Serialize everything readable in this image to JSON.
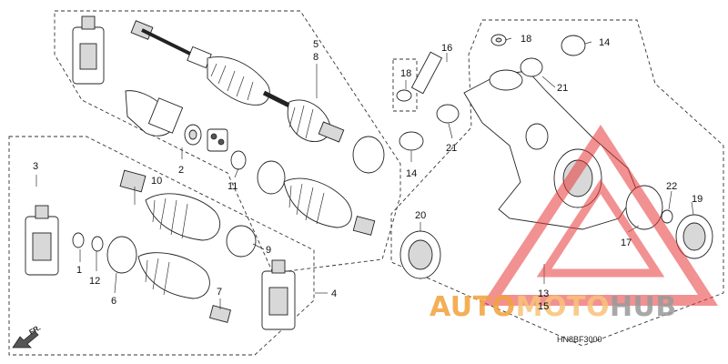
{
  "callouts": {
    "c1": "1",
    "c2": "2",
    "c3": "3",
    "c4": "4",
    "c5": "5",
    "c6": "6",
    "c7": "7",
    "c8": "8",
    "c9": "9",
    "c10": "10",
    "c11": "11",
    "c12": "12",
    "c13": "13",
    "c14a": "14",
    "c14b": "14",
    "c15": "15",
    "c16": "16",
    "c17": "17",
    "c18a": "18",
    "c18b": "18",
    "c19": "19",
    "c20": "20",
    "c21a": "21",
    "c21b": "21",
    "c22": "22"
  },
  "diagram_code": "HN8BF3000",
  "direction_label": "FR.",
  "watermark": {
    "part1": "AUTO",
    "part2": "MOTO",
    "part3": "HUB",
    "color_primary": "#f2a23a",
    "color_secondary": "#f7c37a",
    "color_gray": "#9a9a9a",
    "logo_color": "#e8393a"
  }
}
